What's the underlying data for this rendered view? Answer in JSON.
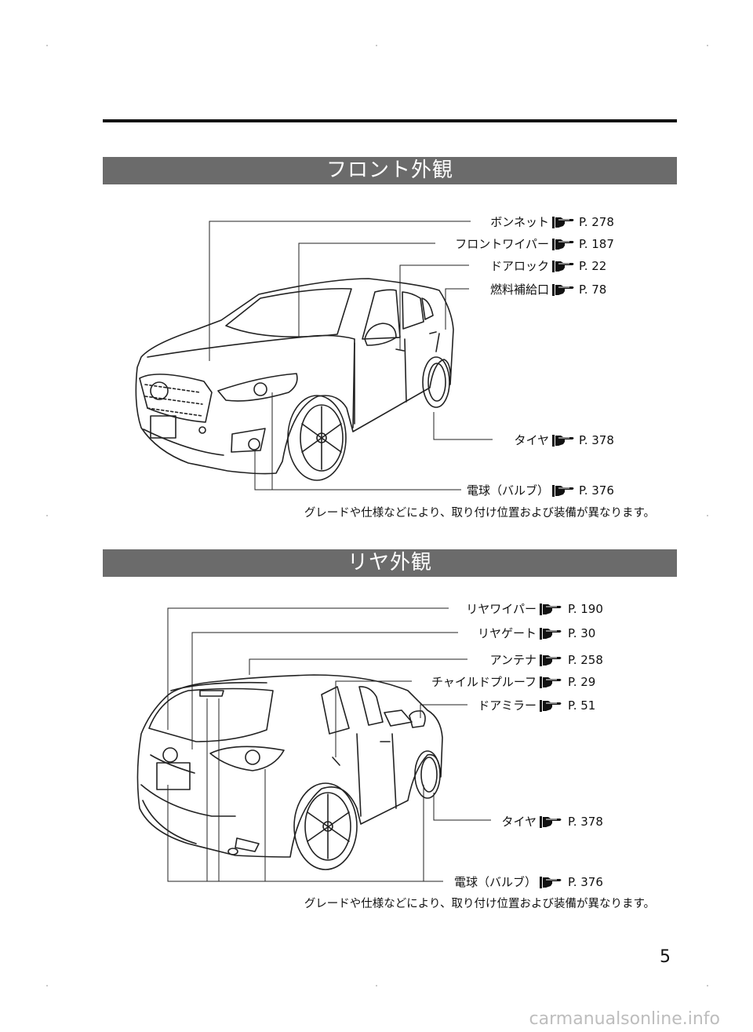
{
  "sections": {
    "front": {
      "title": "フロント外観",
      "labels": [
        {
          "text": "ボンネット",
          "page": "P. 278"
        },
        {
          "text": "フロントワイパー",
          "page": "P. 187"
        },
        {
          "text": "ドアロック",
          "page": "P. 22"
        },
        {
          "text": "燃料補給口",
          "page": "P. 78"
        },
        {
          "text": "タイヤ",
          "page": "P. 378"
        },
        {
          "text": "電球（バルブ）",
          "page": "P. 376"
        }
      ],
      "note": "グレードや仕様などにより、取り付け位置および装備が異なります。"
    },
    "rear": {
      "title": "リヤ外観",
      "labels": [
        {
          "text": "リヤワイパー",
          "page": "P. 190"
        },
        {
          "text": "リヤゲート",
          "page": "P. 30"
        },
        {
          "text": "アンテナ",
          "page": "P. 258"
        },
        {
          "text": "チャイルドプルーフ",
          "page": "P. 29"
        },
        {
          "text": "ドアミラー",
          "page": "P. 51"
        },
        {
          "text": "タイヤ",
          "page": "P. 378"
        },
        {
          "text": "電球（バルブ）",
          "page": "P. 376"
        }
      ],
      "note": "グレードや仕様などにより、取り付け位置および装備が異なります。"
    }
  },
  "page_number": "5",
  "watermark": "carmanualsonline.info",
  "icons": {
    "reference": "pointing-hand-icon"
  }
}
